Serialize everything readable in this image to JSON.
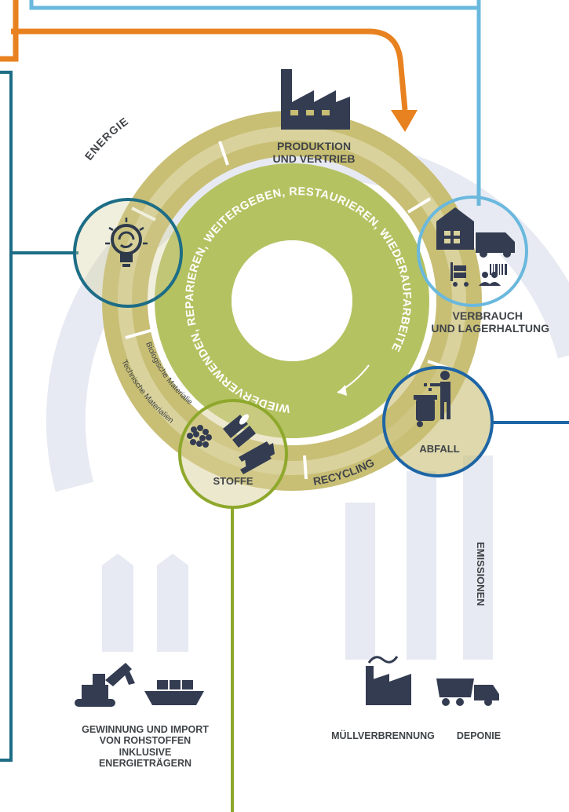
{
  "colors": {
    "band": "#e7eaf2",
    "outer_ring": "#c8be74",
    "outer_ring_light": "#d9d29c",
    "inner_ring": "#b5c262",
    "center": "#ffffff",
    "orange": "#e8811f",
    "light_blue": "#6ab8dd",
    "teal": "#1d6d86",
    "blue": "#1e65a5",
    "green": "#8ea82c",
    "text_dark": "#404448"
  },
  "labels": {
    "energie": "ENERGIE",
    "produktion": [
      "PRODUKTION",
      "UND VERTRIEB"
    ],
    "verbrauch": [
      "VERBRAUCH",
      "UND LAGERHALTUNG"
    ],
    "abfall": "ABFALL",
    "recycling": "RECYCLING",
    "stoffe": "STOFFE",
    "bio_materialien": "Biologische Materialien",
    "tech_materialien": "Technische Materialien",
    "inner_ring_text": "WIEDERVERWENDEN, REPARIEREN, WEITERGEBEN, RESTAURIEREN, WIEDERAUFARBEITEN",
    "emissionen": "EMISSIONEN",
    "gewinnung": [
      "GEWINNUNG UND IMPORT",
      "VON ROHSTOFFEN",
      "INKLUSIVE",
      "ENERGIETRÄGERN"
    ],
    "muellverbrennung": "MÜLLVERBRENNUNG",
    "deponie": "DEPONIE"
  },
  "icons": [
    "factory-icon",
    "warehouse-icon",
    "delivery-van-icon",
    "pallet-trolley-icon",
    "barcode-icon",
    "people-icon",
    "lightbulb-recycle-icon",
    "waste-bin-person-icon",
    "gravel-icon",
    "pipes-icon",
    "steel-beam-icon",
    "excavator-icon",
    "cargo-ship-icon",
    "incinerator-icon",
    "dump-truck-icon"
  ]
}
